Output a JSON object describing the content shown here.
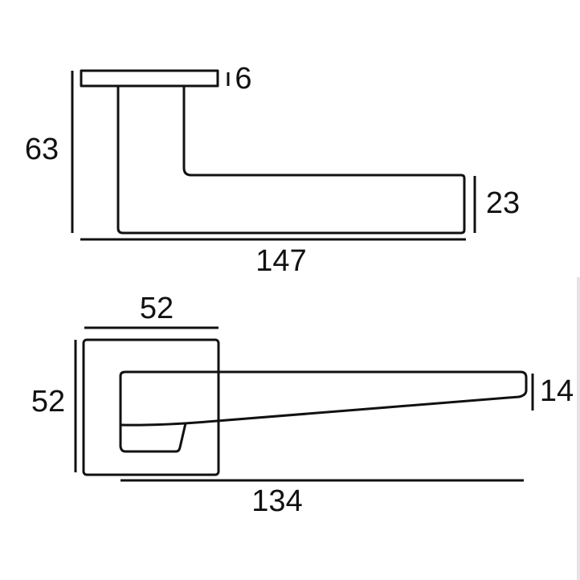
{
  "side_view": {
    "dimensions": {
      "height_total": "63",
      "rosette_thickness": "6",
      "lever_thickness": "23",
      "length": "147"
    }
  },
  "front_view": {
    "dimensions": {
      "rosette_width": "52",
      "rosette_height": "52",
      "lever_tip_height": "14",
      "lever_length": "134"
    }
  },
  "colors": {
    "line": "#111111",
    "background": "#ffffff"
  }
}
